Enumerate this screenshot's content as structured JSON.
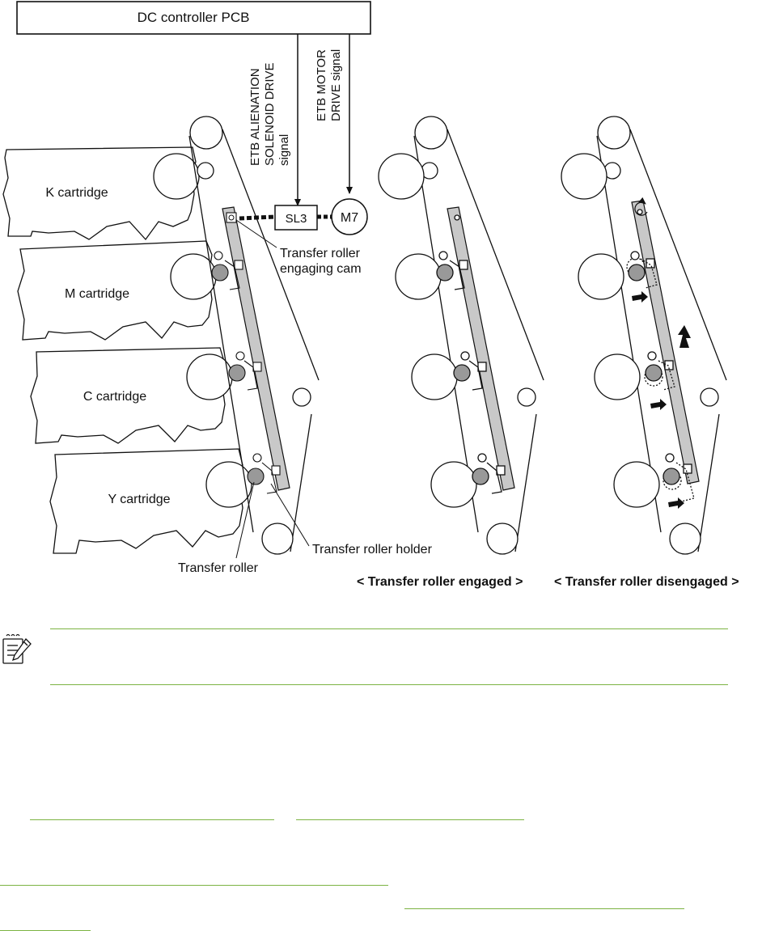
{
  "figure": {
    "controller": "DC controller PCB",
    "signal_solenoid": [
      "ETB ALIENATION",
      "SOLENOID DRIVE",
      "signal"
    ],
    "signal_motor": [
      "ETB MOTOR",
      "DRIVE signal"
    ],
    "solenoid": "SL3",
    "motor": "M7",
    "cartridges": [
      "K cartridge",
      "M cartridge",
      "C cartridge",
      "Y cartridge"
    ],
    "cam_label": [
      "Transfer roller",
      "engaging cam"
    ],
    "holder_label": "Transfer roller holder",
    "roller_label": "Transfer roller",
    "state_engaged": "< Transfer roller engaged >",
    "state_disengaged": "< Transfer roller disengaged >"
  },
  "colors": {
    "link_green": "#7cb342",
    "bar_gray": "#c8c8c8",
    "roller_gray": "#9a9a9a",
    "line": "#111111"
  },
  "note_icon": "note-pad-icon"
}
